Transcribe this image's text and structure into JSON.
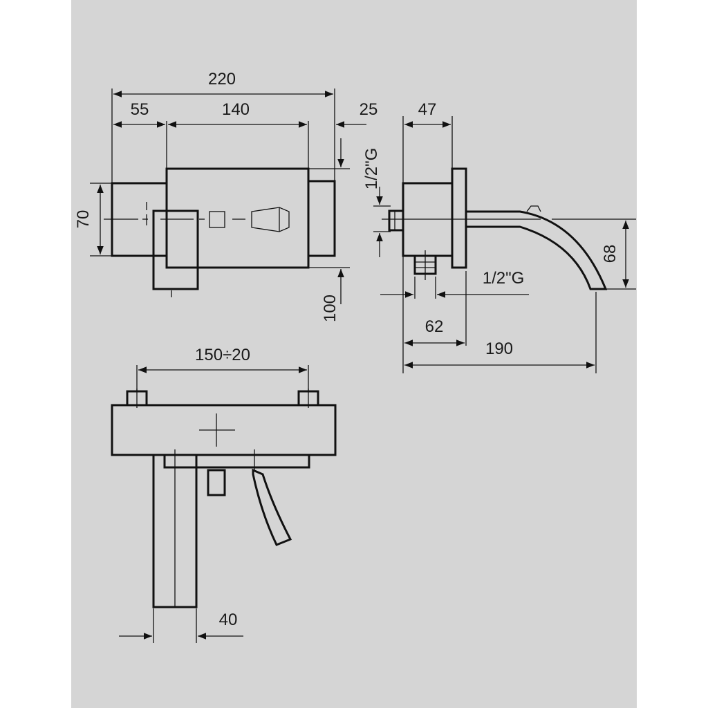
{
  "dimensions": {
    "front_total": "220",
    "front_left": "55",
    "front_mid": "140",
    "front_right": "25",
    "front_height": "70",
    "front_below": "100",
    "side_top": "47",
    "side_thread_top": "1/2\"G",
    "side_thread_bottom": "1/2\"G",
    "side_height": "68",
    "side_62": "62",
    "side_190": "190",
    "top_span": "150÷20",
    "top_40": "40"
  },
  "colors": {
    "background": "#d5d5d5",
    "lines": "#111111"
  }
}
